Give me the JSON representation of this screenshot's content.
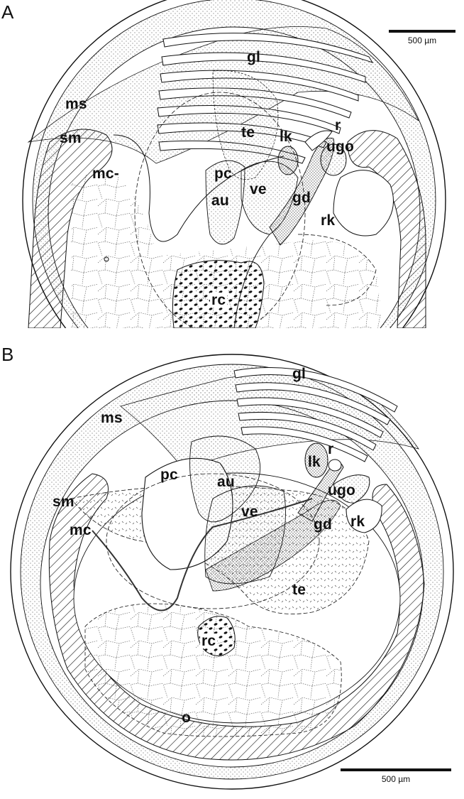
{
  "figure": {
    "panels": [
      {
        "letter": "A",
        "scale_bar": "500 µm",
        "labels": {
          "gl": "gl",
          "ms": "ms",
          "sm": "sm",
          "mc": "mc-",
          "te": "te",
          "lk": "lk",
          "r": "r",
          "ugo": "ugo",
          "pc": "pc",
          "au": "au",
          "ve": "ve",
          "gd": "gd",
          "rk": "rk",
          "rc": "rc"
        }
      },
      {
        "letter": "B",
        "scale_bar": "500 µm",
        "labels": {
          "gl": "gl",
          "ms": "ms",
          "lk": "lk",
          "r": "r",
          "pc": "pc",
          "au": "au",
          "ugo": "ugo",
          "sm": "sm",
          "ve": "ve",
          "gd": "gd",
          "rk": "rk",
          "mc": "mc",
          "te": "te",
          "rc": "rc",
          "o": "o"
        }
      }
    ]
  }
}
